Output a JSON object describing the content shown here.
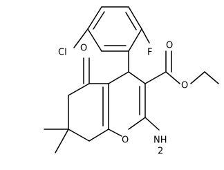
{
  "molecule": {
    "atoms": {
      "cl": "Cl",
      "f": "F",
      "o_ketone": "O",
      "o_ester_carbonyl": "O",
      "o_ester_ether": "O",
      "o_ring": "O",
      "nh2_line1": "NH",
      "nh2_line2": "2"
    }
  }
}
